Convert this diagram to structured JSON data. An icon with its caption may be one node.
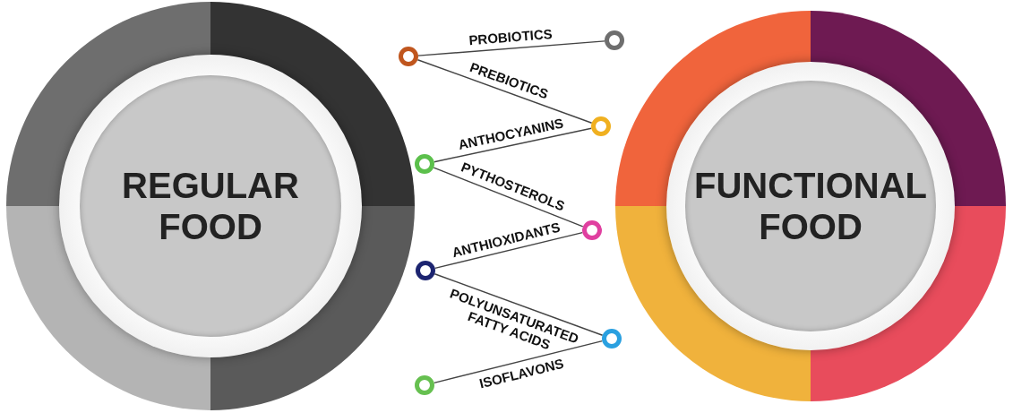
{
  "diagram": {
    "nodes": [
      {
        "text": [
          "REGULAR FOOD"
        ]
      },
      {
        "text": [
          "FUNCTIONAL FOOD"
        ]
      },
      {
        "text": [],
        "shape": "circle"
      },
      {
        "text": [],
        "shape": "circle"
      },
      {
        "text": [],
        "shape": "circle"
      },
      {
        "text": [],
        "shape": "circle"
      },
      {
        "text": [],
        "shape": "circle"
      },
      {
        "text": [],
        "shape": "circle"
      },
      {
        "text": [],
        "shape": "circle"
      },
      {
        "text": [],
        "shape": "circle"
      }
    ],
    "edges": [
      {
        "from": 2,
        "to": 3,
        "arrow": "none",
        "label": "PROBIOTICS"
      },
      {
        "from": 2,
        "to": 4,
        "arrow": "none",
        "label": "PREBIOTICS"
      },
      {
        "from": 4,
        "to": 5,
        "arrow": "none",
        "label": "ANTHOCYANINS"
      },
      {
        "from": 5,
        "to": 6,
        "arrow": "none",
        "label": "PYTHOSTEROLS"
      },
      {
        "from": 6,
        "to": 7,
        "arrow": "none",
        "label": "ANTHIOXIDANTS"
      },
      {
        "from": 7,
        "to": 8,
        "arrow": "none",
        "label": "POLYUNSATURATED FATTY ACIDS"
      },
      {
        "from": 8,
        "to": 9,
        "arrow": "none",
        "label": "ISOFLAVONS"
      }
    ]
  }
}
